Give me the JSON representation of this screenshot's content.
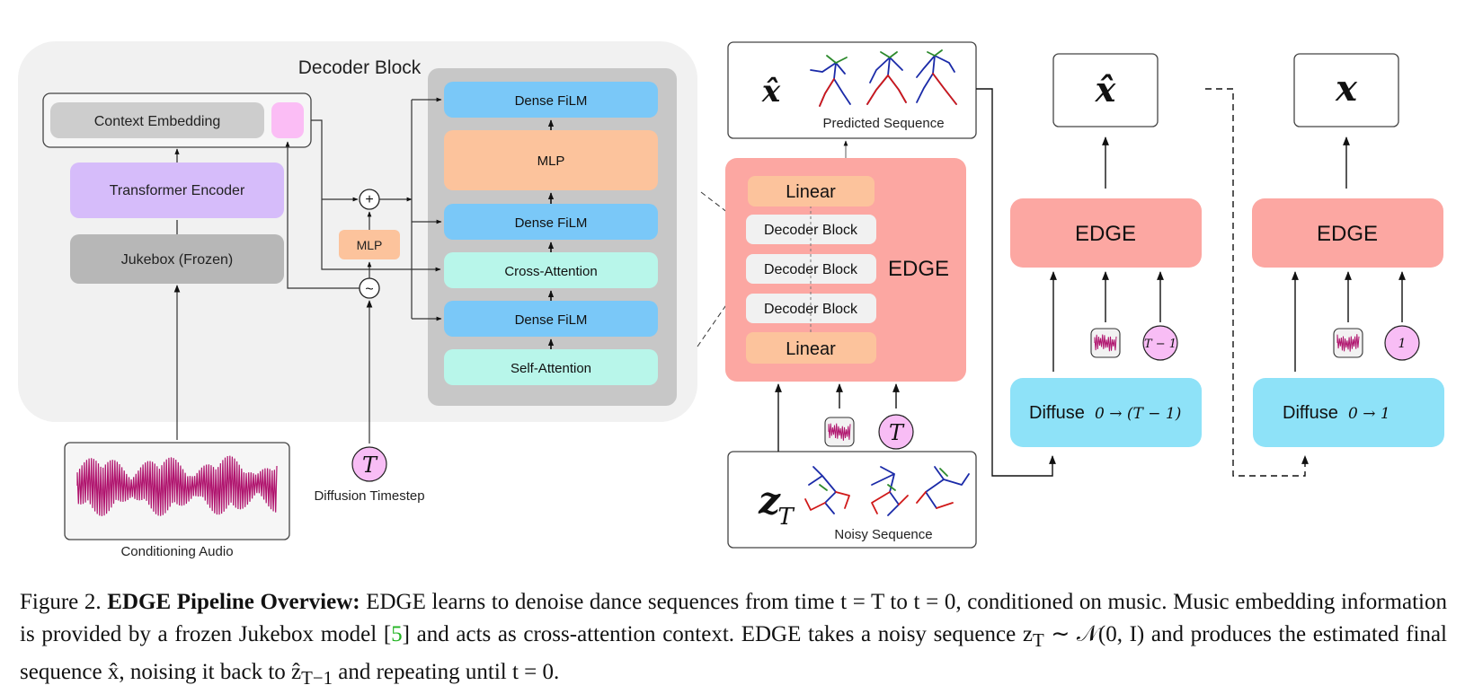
{
  "decoder": {
    "title": "Decoder Block",
    "context_embedding": "Context Embedding",
    "transformer_encoder": "Transformer Encoder",
    "jukebox": "Jukebox (Frozen)",
    "mlp_small": "MLP",
    "plus_symbol": "+",
    "tilde_symbol": "~",
    "stack": [
      "Dense FiLM",
      "MLP",
      "Dense FiLM",
      "Cross-Attention",
      "Dense FiLM",
      "Self-Attention"
    ]
  },
  "inputs": {
    "audio_label": "Conditioning Audio",
    "timestep_symbol": "T",
    "timestep_label": "Diffusion Timestep"
  },
  "edge_main": {
    "linear_top": "Linear",
    "decoder_blocks": [
      "Decoder Block",
      "Decoder Block",
      "Decoder Block"
    ],
    "linear_bottom": "Linear",
    "name": "EDGE",
    "predicted_symbol": "x̂",
    "predicted_label": "Predicted Sequence",
    "noisy_symbol": "z",
    "noisy_subscript": "T",
    "noisy_label": "Noisy Sequence",
    "timestep_symbol": "T"
  },
  "step2": {
    "output_symbol": "x̂",
    "edge": "EDGE",
    "timestep": "T − 1",
    "diffuse_word": "Diffuse",
    "diffuse_math": "0 → (T − 1)"
  },
  "step3": {
    "output_symbol": "x",
    "edge": "EDGE",
    "timestep": "1",
    "diffuse_word": "Diffuse",
    "diffuse_math": "0 → 1"
  },
  "caption": {
    "prefix": "Figure 2. ",
    "bold": "EDGE Pipeline Overview:",
    "part1": " EDGE learns to denoise dance sequences from time t = T to t = 0, conditioned on music. Music embedding information is provided by a frozen Jukebox model [",
    "ref": "5",
    "part2": "] and acts as cross-attention context. EDGE takes a noisy sequence z",
    "sub1": "T",
    "part3": " ∼ 𝒩(0, I) and produces the estimated final sequence x̂, noising it back to ẑ",
    "sub2": "T−1",
    "part4": " and repeating until t = 0."
  },
  "colors": {
    "film": "#7ac8f8",
    "mlp": "#fcc39c",
    "cross_attention": "#b8f6ea",
    "transformer": "#d6bcfa",
    "jukebox": "#b7b7b7",
    "edge": "#fca7a2",
    "diffuse": "#8ee2f8",
    "timestep_circle": "#f8bdf5",
    "panel": "#f1f1f1",
    "stack_bg": "#c7c7c7"
  }
}
